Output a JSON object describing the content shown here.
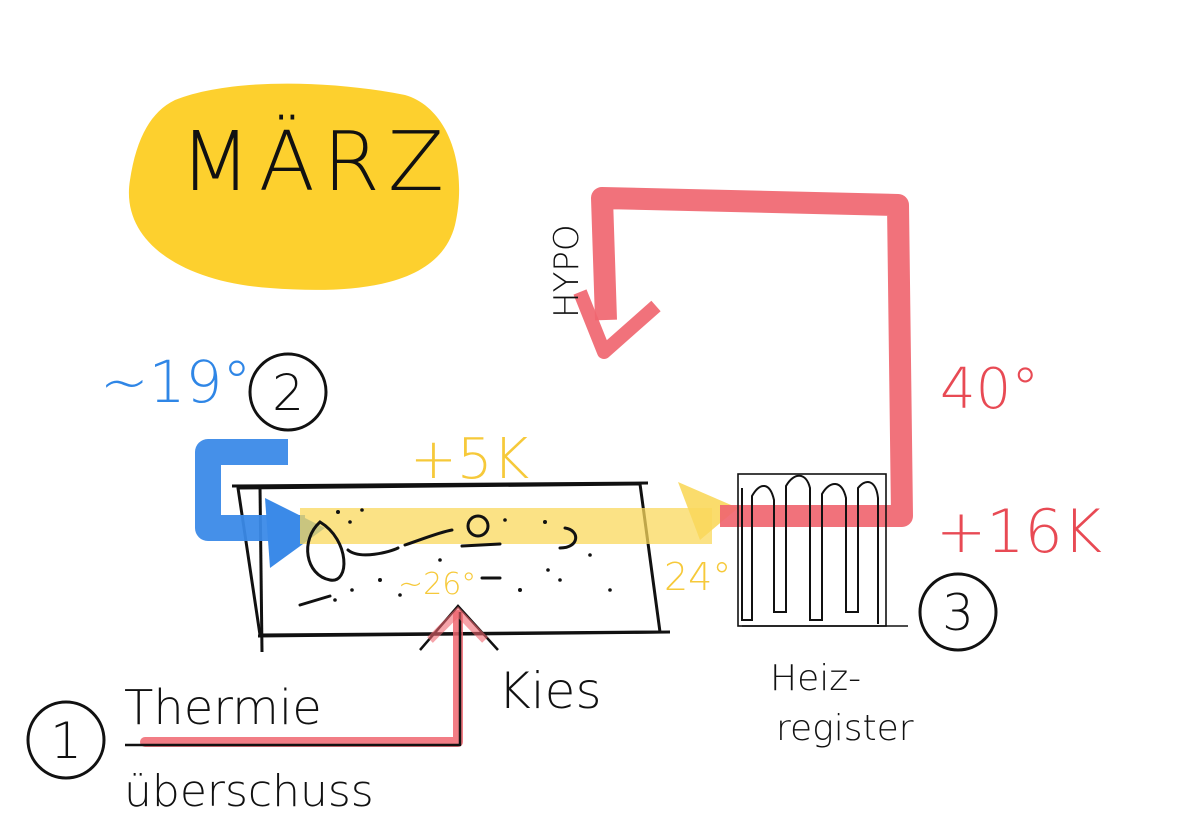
{
  "month": "MÄRZ",
  "labels": {
    "hypo": "HYPO",
    "inlet_temp": "~19°",
    "step_2": "2",
    "gain_5k": "+5K",
    "bed_temp": "~26°",
    "outlet_temp": "24°",
    "supply_temp": "40°",
    "gain_16k": "+16K",
    "step_3": "3",
    "kies": "Kies",
    "heizregister_line1": "Heiz-",
    "heizregister_line2": "register",
    "step_1": "1",
    "thermie_line1": "Thermie",
    "thermie_line2": "überschuss"
  },
  "colors": {
    "yellow_blob": "#fdd02e",
    "red_path": "#f06670",
    "blue_path": "#3b8ae8",
    "yellow_path": "#fad85c",
    "yellow_text": "#f6c93a",
    "blue_text": "#2f86e6",
    "red_text": "#e84a54",
    "ink": "#111111"
  }
}
